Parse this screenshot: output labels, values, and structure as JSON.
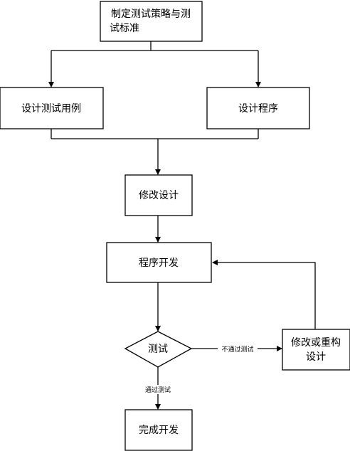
{
  "nodes": {
    "define_strategy": {
      "line1": "制定测试策略与测",
      "line2": "试标准"
    },
    "design_test_cases": {
      "label": "设计测试用例"
    },
    "design_program": {
      "label": "设计程序"
    },
    "modify_design": {
      "label": "修改设计"
    },
    "program_development": {
      "label": "程序开发"
    },
    "test": {
      "label": "测试"
    },
    "modify_or_refactor": {
      "line1": "修改或重构",
      "line2": "设计"
    },
    "complete_development": {
      "label": "完成开发"
    }
  },
  "edges": {
    "fail_label": "不通过测试",
    "pass_label": "通过测试"
  }
}
